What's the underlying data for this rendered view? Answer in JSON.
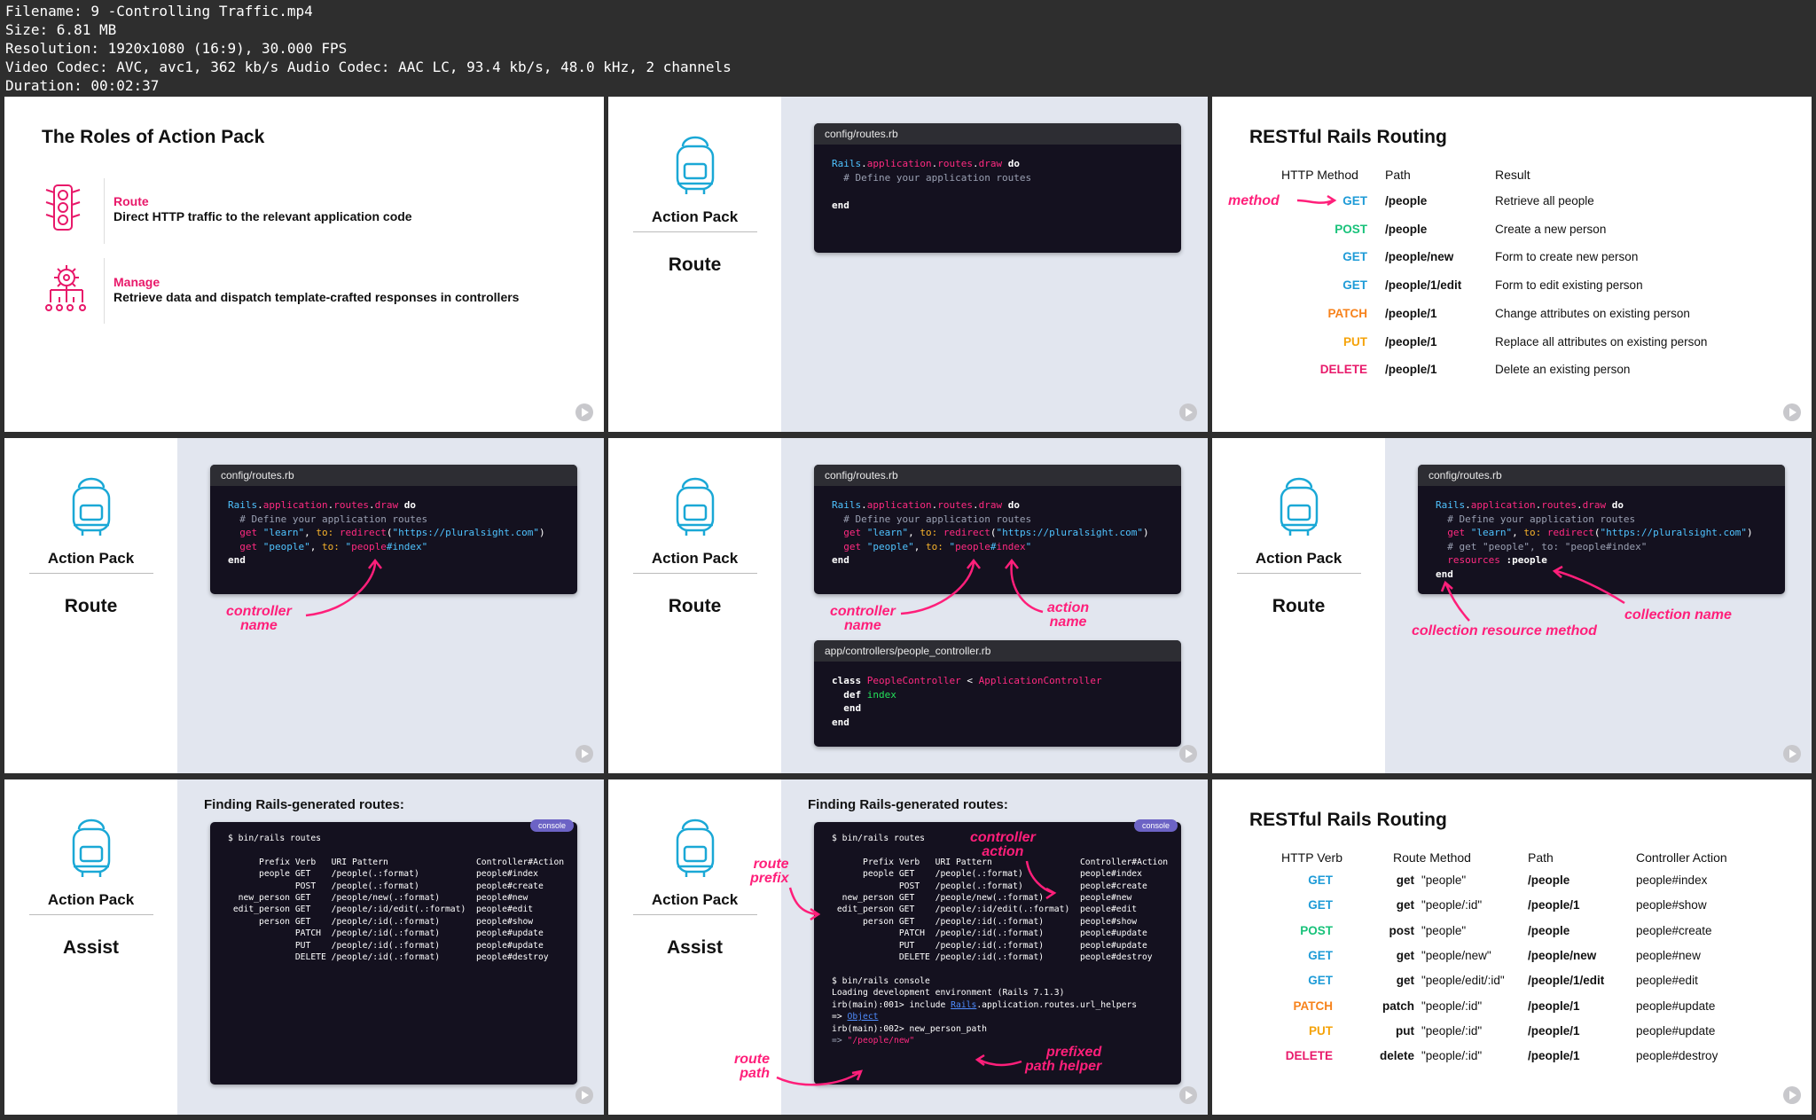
{
  "meta": {
    "filename": "Filename: 9 -Controlling Traffic.mp4",
    "size": "Size: 6.81 MB",
    "resolution": "Resolution: 1920x1080 (16:9), 30.000 FPS",
    "codec": "Video Codec: AVC, avc1, 362 kb/s Audio Codec: AAC LC, 93.4 kb/s, 48.0 kHz, 2 channels",
    "duration": "Duration: 00:02:37"
  },
  "common": {
    "action_pack": "Action Pack",
    "route": "Route",
    "assist": "Assist",
    "routes_file": "config/routes.rb",
    "console_badge": "console",
    "finding": "Finding Rails-generated routes:"
  },
  "s1": {
    "title": "The Roles of Action Pack",
    "route_label": "Route",
    "route_desc": "Direct HTTP traffic to the relevant application code",
    "manage_label": "Manage",
    "manage_desc": "Retrieve data and dispatch template-crafted responses in controllers"
  },
  "s3": {
    "title": "RESTful Rails Routing",
    "h_method": "HTTP Method",
    "h_path": "Path",
    "h_result": "Result",
    "method_note": "method",
    "rows": [
      {
        "verb": "GET",
        "path": "/people",
        "result": "Retrieve all people"
      },
      {
        "verb": "POST",
        "path": "/people",
        "result": "Create a new person"
      },
      {
        "verb": "GET",
        "path": "/people/new",
        "result": "Form to create new person"
      },
      {
        "verb": "GET",
        "path": "/people/1/edit",
        "result": "Form to edit existing person"
      },
      {
        "verb": "PATCH",
        "path": "/people/1",
        "result": "Change attributes on existing person"
      },
      {
        "verb": "PUT",
        "path": "/people/1",
        "result": "Replace all attributes on existing person"
      },
      {
        "verb": "DELETE",
        "path": "/people/1",
        "result": "Delete an existing person"
      }
    ]
  },
  "ann": {
    "controller_name": "controller\nname",
    "action_name": "action\nname",
    "collection_name": "collection name",
    "collection_method": "collection resource method",
    "route_prefix": "route\nprefix",
    "controller_action": "controller\naction",
    "route_path": "route\npath",
    "prefixed_helper": "prefixed\npath helper"
  },
  "s5": {
    "ctrl_file": "app/controllers/people_controller.rb"
  },
  "s9": {
    "title": "RESTful Rails Routing",
    "h_verb": "HTTP Verb",
    "h_route": "Route Method",
    "h_path": "Path",
    "h_action": "Controller Action",
    "rows": [
      {
        "verb": "GET",
        "rm": "get",
        "arg": "\"people\"",
        "path": "/people",
        "action": "people#index"
      },
      {
        "verb": "GET",
        "rm": "get",
        "arg": "\"people/:id\"",
        "path": "/people/1",
        "action": "people#show"
      },
      {
        "verb": "POST",
        "rm": "post",
        "arg": "\"people\"",
        "path": "/people",
        "action": "people#create"
      },
      {
        "verb": "GET",
        "rm": "get",
        "arg": "\"people/new\"",
        "path": "/people/new",
        "action": "people#new"
      },
      {
        "verb": "GET",
        "rm": "get",
        "arg": "\"people/edit/:id\"",
        "path": "/people/1/edit",
        "action": "people#edit"
      },
      {
        "verb": "PATCH",
        "rm": "patch",
        "arg": "\"people/:id\"",
        "path": "/people/1",
        "action": "people#update"
      },
      {
        "verb": "PUT",
        "rm": "put",
        "arg": "\"people/:id\"",
        "path": "/people/1",
        "action": "people#update"
      },
      {
        "verb": "DELETE",
        "rm": "delete",
        "arg": "\"people/:id\"",
        "path": "/people/1",
        "action": "people#destroy"
      }
    ]
  },
  "colors": {
    "accent": "#ff1f7a",
    "get": "#1e9bd7",
    "post": "#18c27a",
    "patch": "#f7821b",
    "put": "#f5a30a",
    "delete": "#e8196a",
    "terminal": "#14111f",
    "panel": "#e2e6ef"
  }
}
